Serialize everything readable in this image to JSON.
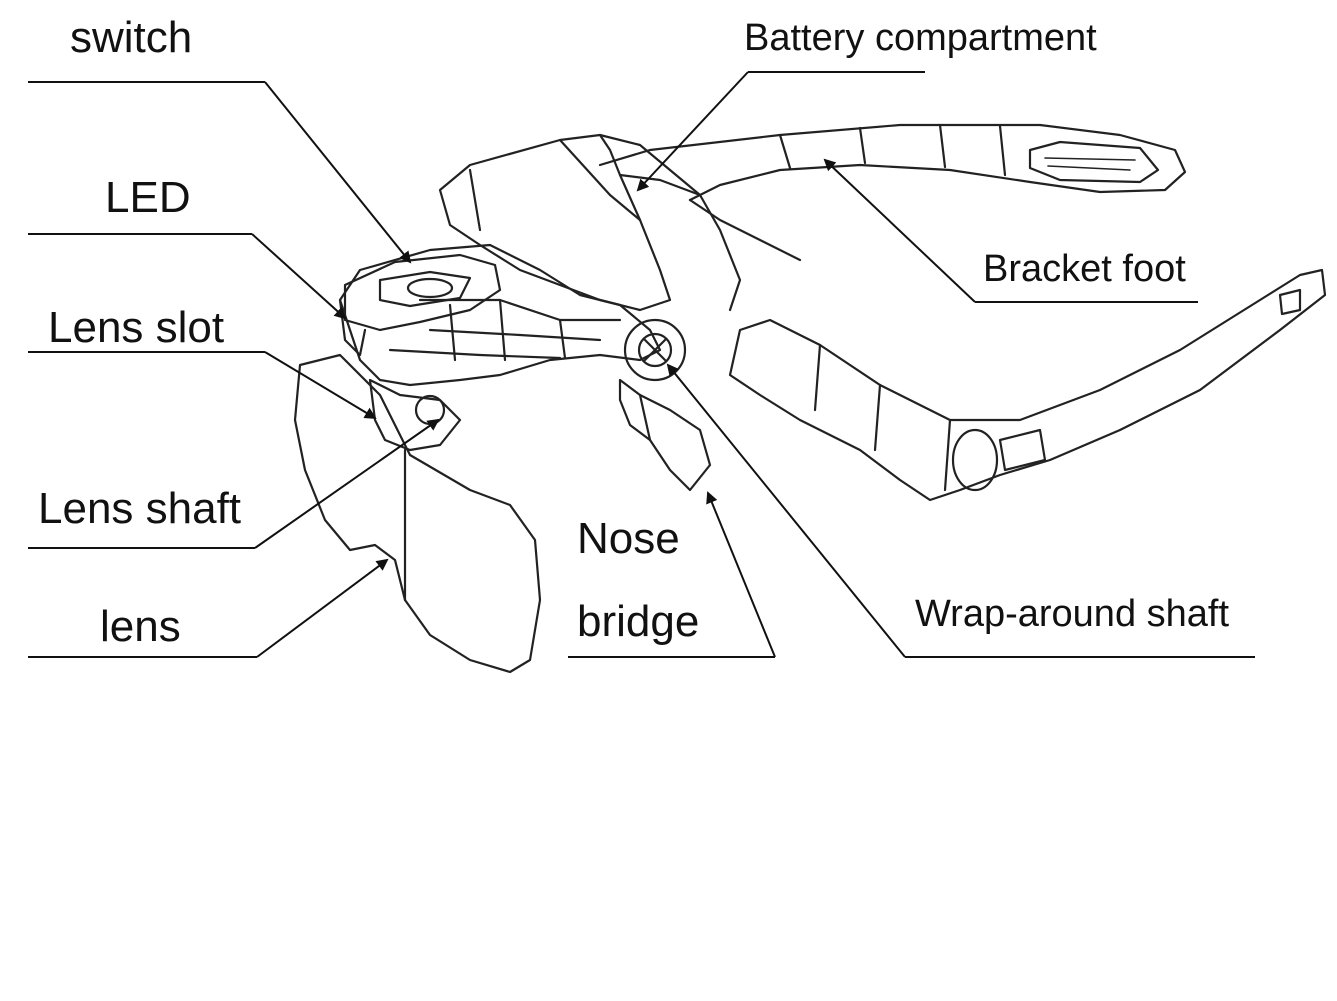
{
  "labels": {
    "switch": "switch",
    "led": "LED",
    "lens_slot": "Lens slot",
    "lens_shaft": "Lens shaft",
    "lens": "lens",
    "battery_compartment": "Battery compartment",
    "bracket_foot": "Bracket foot",
    "nose_line1": "Nose",
    "nose_line2": "bridge",
    "wrap_around_shaft": "Wrap-around shaft"
  },
  "colors": {
    "ink": "#111111",
    "background": "#ffffff"
  }
}
